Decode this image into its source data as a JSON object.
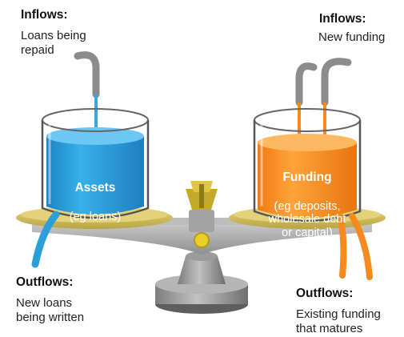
{
  "labels": {
    "inflow_left_heading": "Inflows:",
    "inflow_left_text": "Loans being\nrepaid",
    "inflow_right_heading": "Inflows:",
    "inflow_right_text": "New funding",
    "outflow_left_heading": "Outflows:",
    "outflow_left_text": "New loans\nbeing written",
    "outflow_right_heading": "Outflows:",
    "outflow_right_text": "Existing funding\nthat matures"
  },
  "assets": {
    "title": "Assets",
    "subtitle": "(eg loans)"
  },
  "funding": {
    "title": "Funding",
    "subtitle": "(eg deposits,\nwholesale debt\nor capital)"
  },
  "colors": {
    "assets_liquid": "#2a9fd8",
    "funding_liquid": "#f58a1f",
    "pipe_grey": "#8c8c8c",
    "pan_yellow": "#d8c35a",
    "scale_grey": "#a8a8a8"
  }
}
